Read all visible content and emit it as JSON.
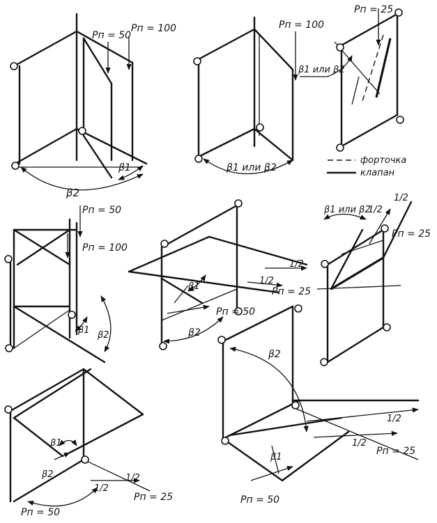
{
  "labels": {
    "p100": "Pп = 100",
    "p50": "Pп = 50",
    "p25": "Pп = 25",
    "b1": "β1",
    "b2": "β2",
    "b1b2": "β1 или β2",
    "half": "1/2"
  },
  "legend": {
    "transom": "форточка",
    "valve": "клапан"
  }
}
